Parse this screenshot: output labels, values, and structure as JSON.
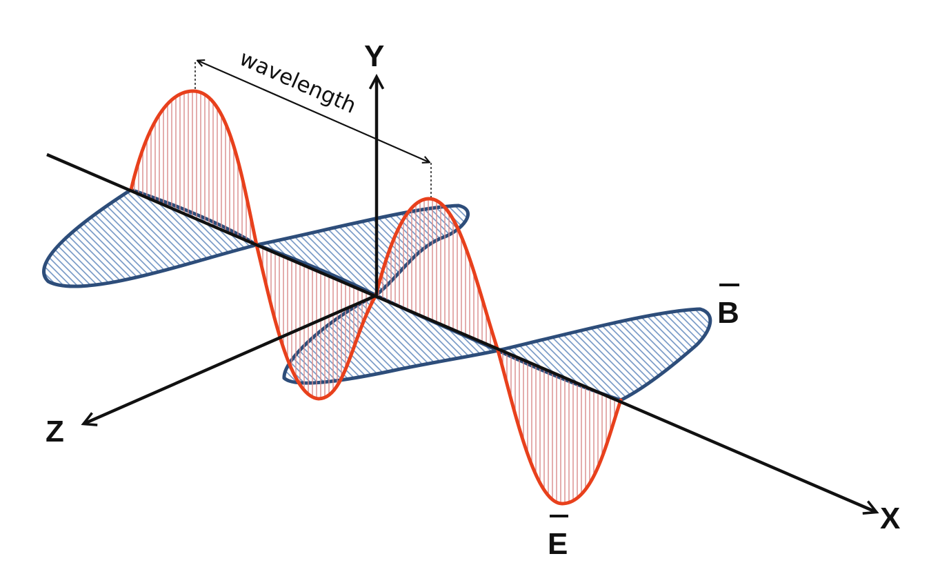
{
  "labels": {
    "x_axis": "X",
    "y_axis": "Y",
    "z_axis": "Z",
    "magnetic_field": "B",
    "electric_field": "E",
    "wavelength": "wavelength"
  },
  "colors": {
    "axis": "#111111",
    "electric_wave": "#e8401c",
    "electric_hatch": "#d98a8a",
    "magnetic_wave": "#2d4d7a",
    "magnetic_hatch": "#6e92c2",
    "background": "#ffffff"
  }
}
